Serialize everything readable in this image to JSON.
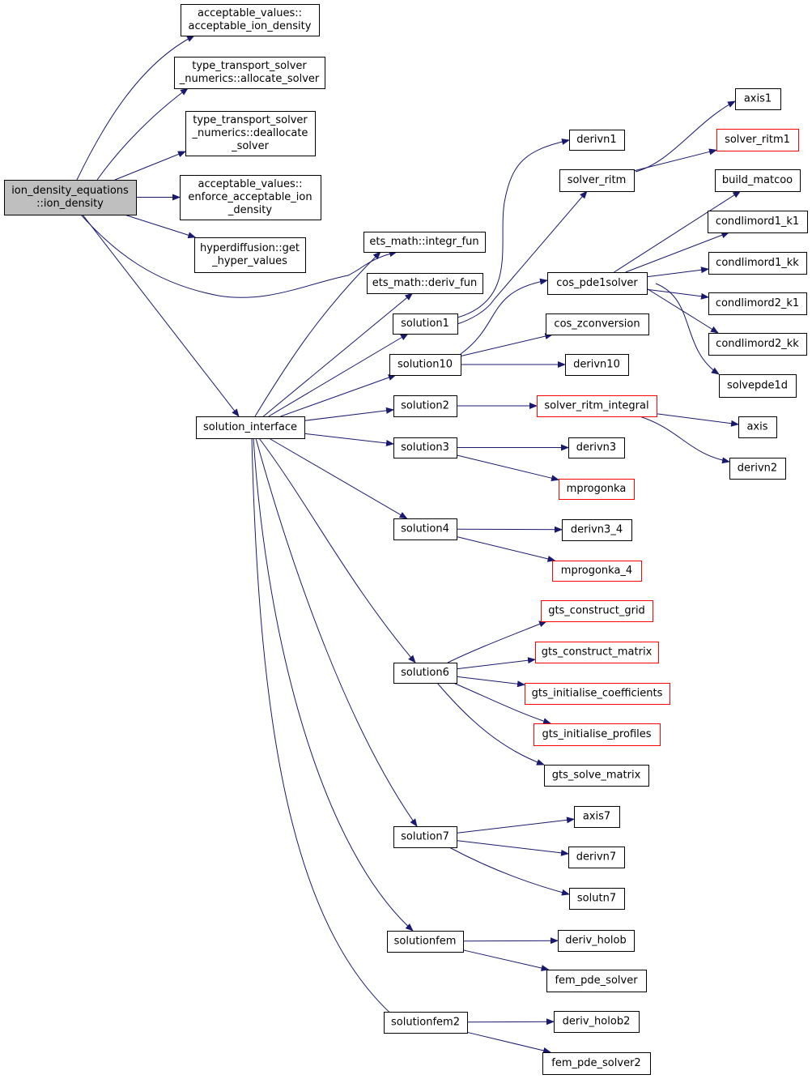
{
  "colors": {
    "edge": "#191970",
    "box_border": "#000000",
    "box_border_truncated": "#ff0000",
    "root_fill": "#bfbfbf",
    "box_fill": "#ffffff",
    "text": "#000000"
  },
  "nodes": {
    "ion_density": {
      "lines": [
        "ion_density_equations",
        "::ion_density"
      ],
      "style": "root"
    },
    "acceptable_ion_density": {
      "lines": [
        "acceptable_values::",
        "acceptable_ion_density"
      ],
      "style": "normal"
    },
    "allocate_solver": {
      "lines": [
        "type_transport_solver",
        "_numerics::allocate_solver"
      ],
      "style": "normal"
    },
    "deallocate_solver": {
      "lines": [
        "type_transport_solver",
        "_numerics::deallocate",
        "_solver"
      ],
      "style": "normal"
    },
    "enforce_acceptable_ion_density": {
      "lines": [
        "acceptable_values::",
        "enforce_acceptable_ion",
        "_density"
      ],
      "style": "normal"
    },
    "get_hyper_values": {
      "lines": [
        "hyperdiffusion::get",
        "_hyper_values"
      ],
      "style": "normal"
    },
    "integr_fun": {
      "lines": [
        "ets_math::integr_fun"
      ],
      "style": "normal"
    },
    "deriv_fun": {
      "lines": [
        "ets_math::deriv_fun"
      ],
      "style": "normal"
    },
    "solution_interface": {
      "lines": [
        "solution_interface"
      ],
      "style": "normal"
    },
    "solution1": {
      "lines": [
        "solution1"
      ],
      "style": "normal"
    },
    "solution10": {
      "lines": [
        "solution10"
      ],
      "style": "normal"
    },
    "solution2": {
      "lines": [
        "solution2"
      ],
      "style": "normal"
    },
    "solution3": {
      "lines": [
        "solution3"
      ],
      "style": "normal"
    },
    "solution4": {
      "lines": [
        "solution4"
      ],
      "style": "normal"
    },
    "solution6": {
      "lines": [
        "solution6"
      ],
      "style": "normal"
    },
    "solution7": {
      "lines": [
        "solution7"
      ],
      "style": "normal"
    },
    "solutionfem": {
      "lines": [
        "solutionfem"
      ],
      "style": "normal"
    },
    "solutionfem2": {
      "lines": [
        "solutionfem2"
      ],
      "style": "normal"
    },
    "derivn1": {
      "lines": [
        "derivn1"
      ],
      "style": "normal"
    },
    "solver_ritm": {
      "lines": [
        "solver_ritm"
      ],
      "style": "normal"
    },
    "cos_pde1solver": {
      "lines": [
        "cos_pde1solver"
      ],
      "style": "normal"
    },
    "cos_zconversion": {
      "lines": [
        "cos_zconversion"
      ],
      "style": "normal"
    },
    "derivn10": {
      "lines": [
        "derivn10"
      ],
      "style": "normal"
    },
    "solver_ritm_integral": {
      "lines": [
        "solver_ritm_integral"
      ],
      "style": "red"
    },
    "derivn3": {
      "lines": [
        "derivn3"
      ],
      "style": "normal"
    },
    "mprogonka": {
      "lines": [
        "mprogonka"
      ],
      "style": "red"
    },
    "derivn3_4": {
      "lines": [
        "derivn3_4"
      ],
      "style": "normal"
    },
    "mprogonka_4": {
      "lines": [
        "mprogonka_4"
      ],
      "style": "red"
    },
    "gts_construct_grid": {
      "lines": [
        "gts_construct_grid"
      ],
      "style": "red"
    },
    "gts_construct_matrix": {
      "lines": [
        "gts_construct_matrix"
      ],
      "style": "red"
    },
    "gts_initialise_coefficients": {
      "lines": [
        "gts_initialise_coefficients"
      ],
      "style": "red"
    },
    "gts_initialise_profiles": {
      "lines": [
        "gts_initialise_profiles"
      ],
      "style": "red"
    },
    "gts_solve_matrix": {
      "lines": [
        "gts_solve_matrix"
      ],
      "style": "normal"
    },
    "axis7": {
      "lines": [
        "axis7"
      ],
      "style": "normal"
    },
    "derivn7": {
      "lines": [
        "derivn7"
      ],
      "style": "normal"
    },
    "solutn7": {
      "lines": [
        "solutn7"
      ],
      "style": "normal"
    },
    "deriv_holob": {
      "lines": [
        "deriv_holob"
      ],
      "style": "normal"
    },
    "fem_pde_solver": {
      "lines": [
        "fem_pde_solver"
      ],
      "style": "normal"
    },
    "deriv_holob2": {
      "lines": [
        "deriv_holob2"
      ],
      "style": "normal"
    },
    "fem_pde_solver2": {
      "lines": [
        "fem_pde_solver2"
      ],
      "style": "normal"
    },
    "axis1": {
      "lines": [
        "axis1"
      ],
      "style": "normal"
    },
    "solver_ritm1": {
      "lines": [
        "solver_ritm1"
      ],
      "style": "red"
    },
    "build_matcoo": {
      "lines": [
        "build_matcoo"
      ],
      "style": "normal"
    },
    "condlimord1_k1": {
      "lines": [
        "condlimord1_k1"
      ],
      "style": "normal"
    },
    "condlimord1_kk": {
      "lines": [
        "condlimord1_kk"
      ],
      "style": "normal"
    },
    "condlimord2_k1": {
      "lines": [
        "condlimord2_k1"
      ],
      "style": "normal"
    },
    "condlimord2_kk": {
      "lines": [
        "condlimord2_kk"
      ],
      "style": "normal"
    },
    "solvepde1d": {
      "lines": [
        "solvepde1d"
      ],
      "style": "normal"
    },
    "axis": {
      "lines": [
        "axis"
      ],
      "style": "normal"
    },
    "derivn2": {
      "lines": [
        "derivn2"
      ],
      "style": "normal"
    }
  },
  "edges": [
    [
      "ion_density",
      "acceptable_ion_density"
    ],
    [
      "ion_density",
      "allocate_solver"
    ],
    [
      "ion_density",
      "deallocate_solver"
    ],
    [
      "ion_density",
      "enforce_acceptable_ion_density"
    ],
    [
      "ion_density",
      "get_hyper_values"
    ],
    [
      "ion_density",
      "integr_fun"
    ],
    [
      "ion_density",
      "solution_interface"
    ],
    [
      "solution_interface",
      "integr_fun"
    ],
    [
      "solution_interface",
      "deriv_fun"
    ],
    [
      "solution_interface",
      "solution1"
    ],
    [
      "solution_interface",
      "solution10"
    ],
    [
      "solution_interface",
      "solution2"
    ],
    [
      "solution_interface",
      "solution3"
    ],
    [
      "solution_interface",
      "solution4"
    ],
    [
      "solution_interface",
      "solution6"
    ],
    [
      "solution_interface",
      "solution7"
    ],
    [
      "solution_interface",
      "solutionfem"
    ],
    [
      "solution_interface",
      "solutionfem2"
    ],
    [
      "solution1",
      "derivn1"
    ],
    [
      "solution1",
      "solver_ritm"
    ],
    [
      "solver_ritm",
      "axis1"
    ],
    [
      "solver_ritm",
      "solver_ritm1"
    ],
    [
      "solution10",
      "cos_pde1solver"
    ],
    [
      "solution10",
      "cos_zconversion"
    ],
    [
      "solution10",
      "derivn10"
    ],
    [
      "cos_pde1solver",
      "build_matcoo"
    ],
    [
      "cos_pde1solver",
      "condlimord1_k1"
    ],
    [
      "cos_pde1solver",
      "condlimord1_kk"
    ],
    [
      "cos_pde1solver",
      "condlimord2_k1"
    ],
    [
      "cos_pde1solver",
      "condlimord2_kk"
    ],
    [
      "cos_pde1solver",
      "solvepde1d"
    ],
    [
      "solution2",
      "solver_ritm_integral"
    ],
    [
      "solver_ritm_integral",
      "axis"
    ],
    [
      "solver_ritm_integral",
      "derivn2"
    ],
    [
      "solution3",
      "derivn3"
    ],
    [
      "solution3",
      "mprogonka"
    ],
    [
      "solution4",
      "derivn3_4"
    ],
    [
      "solution4",
      "mprogonka_4"
    ],
    [
      "solution6",
      "gts_construct_grid"
    ],
    [
      "solution6",
      "gts_construct_matrix"
    ],
    [
      "solution6",
      "gts_initialise_coefficients"
    ],
    [
      "solution6",
      "gts_initialise_profiles"
    ],
    [
      "solution6",
      "gts_solve_matrix"
    ],
    [
      "solution7",
      "axis7"
    ],
    [
      "solution7",
      "derivn7"
    ],
    [
      "solution7",
      "solutn7"
    ],
    [
      "solutionfem",
      "deriv_holob"
    ],
    [
      "solutionfem",
      "fem_pde_solver"
    ],
    [
      "solutionfem2",
      "deriv_holob2"
    ],
    [
      "solutionfem2",
      "fem_pde_solver2"
    ]
  ]
}
